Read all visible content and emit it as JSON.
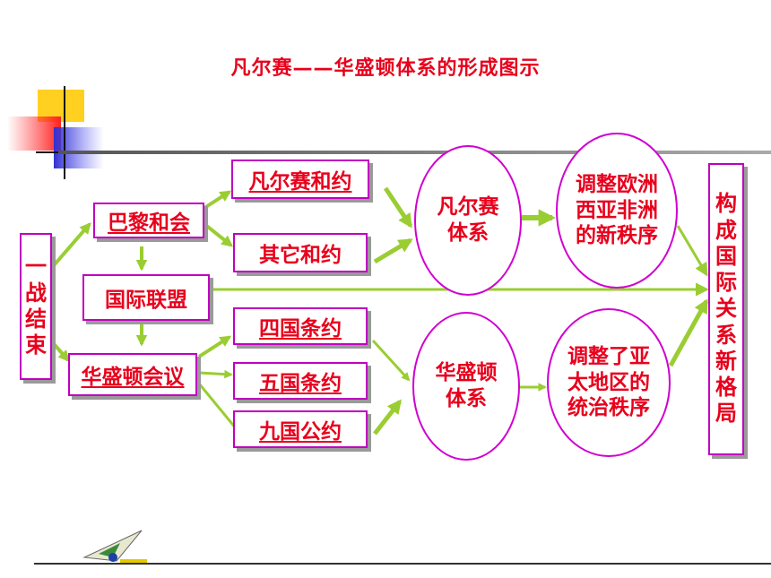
{
  "title": "凡尔赛——华盛顿体系的形成图示",
  "colors": {
    "text": "#e8001c",
    "border": "#c000c0",
    "arrow": "#9acd32",
    "shadow": "#9a9a9a"
  },
  "nodes": {
    "start": [
      "一",
      "战",
      "结",
      "束"
    ],
    "paris": "巴黎和会",
    "league": "国际联盟",
    "washington": "华盛顿会议",
    "versailles_treaty": "凡尔赛和约",
    "other_treaties": "其它和约",
    "four_power": "四国条约",
    "five_power": "五国条约",
    "nine_power": "九国公约",
    "versailles_system": "凡尔赛\n体系",
    "washington_system": "华盛顿\n体系",
    "europe_order": "调整欧洲\n西亚非洲\n的新秩序",
    "asia_order": "调整了亚\n太地区的\n统治秩序",
    "result": [
      "构",
      "成",
      "国",
      "际",
      "关",
      "系",
      "新",
      "格",
      "局"
    ]
  }
}
